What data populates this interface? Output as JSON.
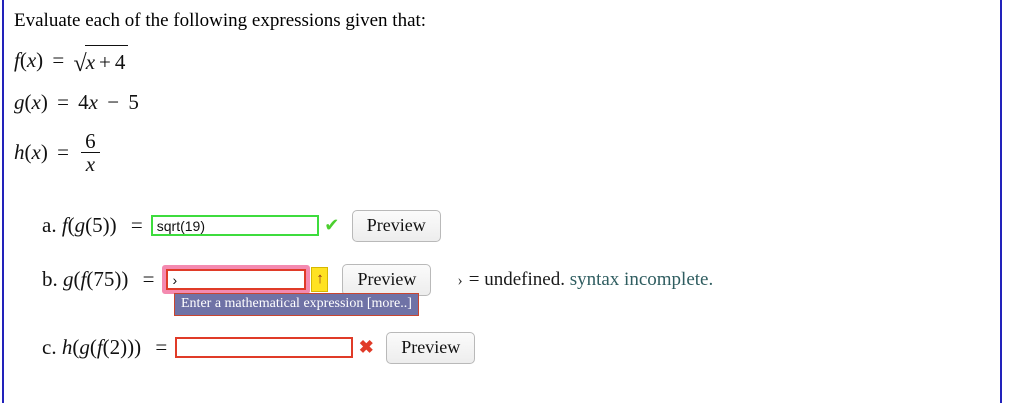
{
  "frame": {
    "border_color": "#2222bb",
    "background": "#ffffff"
  },
  "prompt": {
    "text": "Evaluate each of the following expressions given that:"
  },
  "given_functions": [
    {
      "name": "f",
      "arg": "x",
      "display": "f(x) = √(x + 4)",
      "lhs_fn": "f",
      "lhs_var": "x",
      "radicand_var": "x",
      "radicand_op": "+",
      "radicand_num": "4"
    },
    {
      "name": "g",
      "arg": "x",
      "display": "g(x) = 4x − 5",
      "lhs_fn": "g",
      "lhs_var": "x",
      "coef": "4",
      "var": "x",
      "op": "−",
      "constant": "5"
    },
    {
      "name": "h",
      "arg": "x",
      "display": "h(x) = 6/x",
      "lhs_fn": "h",
      "lhs_var": "x",
      "numerator": "6",
      "denominator": "x"
    }
  ],
  "equals_symbol": "=",
  "rows": [
    {
      "id": "a",
      "marker": "a.",
      "expression_fn1": "f",
      "expression_fn2": "g",
      "expression_arg": "5",
      "expression_display": "f(g(5))",
      "input_value": "sqrt(19)",
      "input_placeholder": "",
      "status": "valid",
      "status_icon": "check-icon",
      "status_glyph": "✔",
      "status_color": "#4ccf2f",
      "border_color": "#3ddc3d",
      "preview_label": "Preview"
    },
    {
      "id": "b",
      "marker": "b.",
      "expression_fn1": "g",
      "expression_fn2": "f",
      "expression_arg": "75",
      "expression_display": "g(f(75))",
      "input_value": "›",
      "input_placeholder": "",
      "status": "incomplete",
      "status_icon": "warning-up-arrow-icon",
      "status_glyph": "↑",
      "badge_background": "#ffe222",
      "badge_arrow_color": "#8a2b1b",
      "border_color": "#e03b28",
      "focus_halo_color": "#f48ab0",
      "preview_label": "Preview",
      "tooltip": "Enter a mathematical expression [more..]",
      "tooltip_background": "#6f72a6",
      "result_chevron": "›",
      "result_equals": "=",
      "result_value": "undefined.",
      "result_note": "syntax incomplete.",
      "result_note_color": "#2f5d60"
    },
    {
      "id": "c",
      "marker": "c.",
      "expression_fn1": "h",
      "expression_fn2": "g",
      "expression_fn3": "f",
      "expression_arg": "2",
      "expression_display": "h(g(f(2)))",
      "input_value": "",
      "input_placeholder": "",
      "status": "invalid",
      "status_icon": "cross-icon",
      "status_glyph": "✖",
      "status_color": "#e03b28",
      "border_color": "#e03b28",
      "preview_label": "Preview"
    }
  ]
}
